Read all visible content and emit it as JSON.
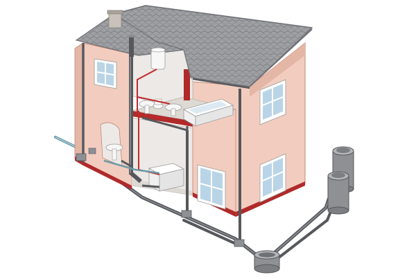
{
  "diagram": {
    "subject": "house-plumbing-and-drainage-cutaway",
    "icons": [
      "roof-tile-pattern",
      "chimney",
      "window",
      "water-heater",
      "sink",
      "bathtub",
      "toilet",
      "drain-pipe",
      "manhole-cover",
      "septic-tank"
    ],
    "colors": {
      "wall": "#f2cdbf",
      "wall_shade": "#e4b6a6",
      "wall_edge": "#c48676",
      "interior_wall": "#ece9e6",
      "interior_floor": "#ddd9d3",
      "roof": "#9ea0a4",
      "roof_tile": "#8a8c90",
      "roof_dark": "#6f7176",
      "brick": "#b02a2a",
      "pipe": "#56585c",
      "pipe_light": "#8c8f93",
      "hot_pipe": "#c0282c",
      "water_pipe": "#6c9aa6",
      "window_glass": "#b9d4e6",
      "window_frame": "#ffffff",
      "tank": "#8e9094",
      "tank_top": "#b3b5b8",
      "fixture": "#f7f7f7"
    }
  }
}
